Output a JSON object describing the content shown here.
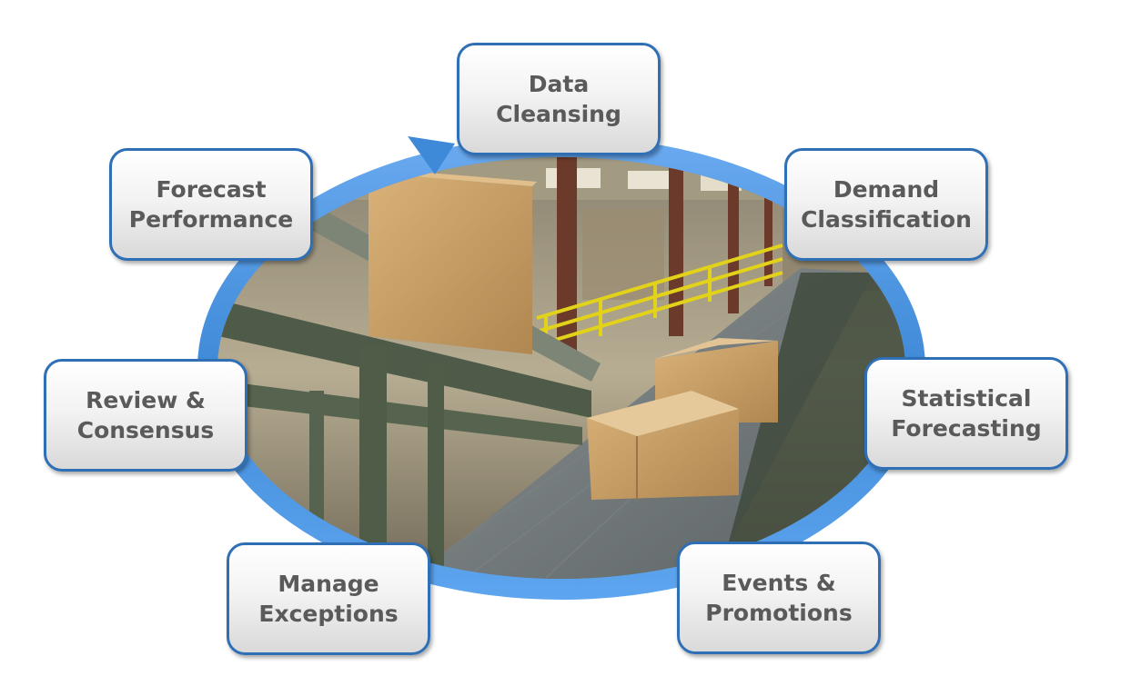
{
  "cycle": {
    "steps": [
      {
        "label": "Data Cleansing"
      },
      {
        "label": "Demand\nClassification"
      },
      {
        "label": "Statistical\nForecasting"
      },
      {
        "label": "Events &\nPromotions"
      },
      {
        "label": "Manage\nExceptions"
      },
      {
        "label": "Review &\nConsensus"
      },
      {
        "label": "Forecast\nPerformance"
      }
    ]
  },
  "colors": {
    "ring": "#4d95dc",
    "box_border": "#2f6fb5",
    "text": "#5a5a5a"
  },
  "photo": {
    "subject": "warehouse conveyor belt with cardboard boxes"
  }
}
